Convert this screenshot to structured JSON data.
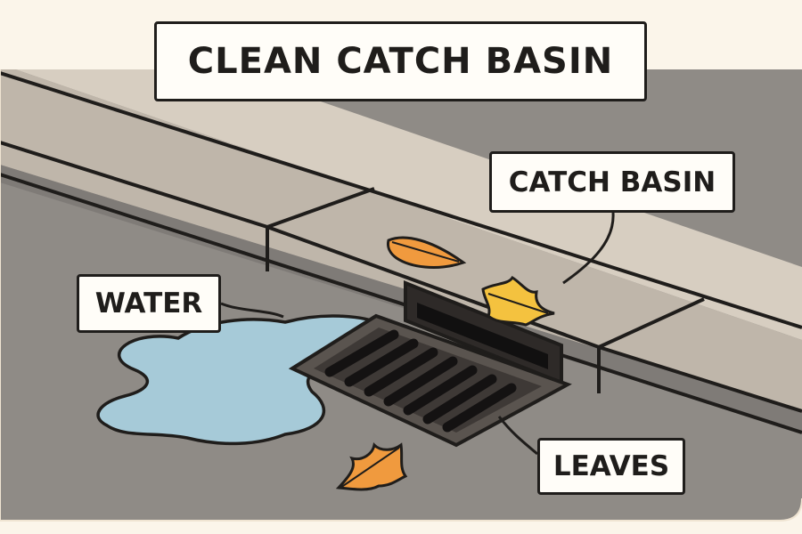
{
  "title": "CLEAN CATCH BASIN",
  "labels": {
    "catch_basin": "CATCH BASIN",
    "water": "WATER",
    "leaves": "LEAVES"
  },
  "colors": {
    "background": "#fbf5ea",
    "road": "#8f8b86",
    "curb": "#d8cfc2",
    "water": "#a6cad8",
    "grate": "#4a4541",
    "leaf_orange": "#f09a3e",
    "leaf_yellow": "#f4c23f",
    "outline": "#1f1d1b"
  }
}
